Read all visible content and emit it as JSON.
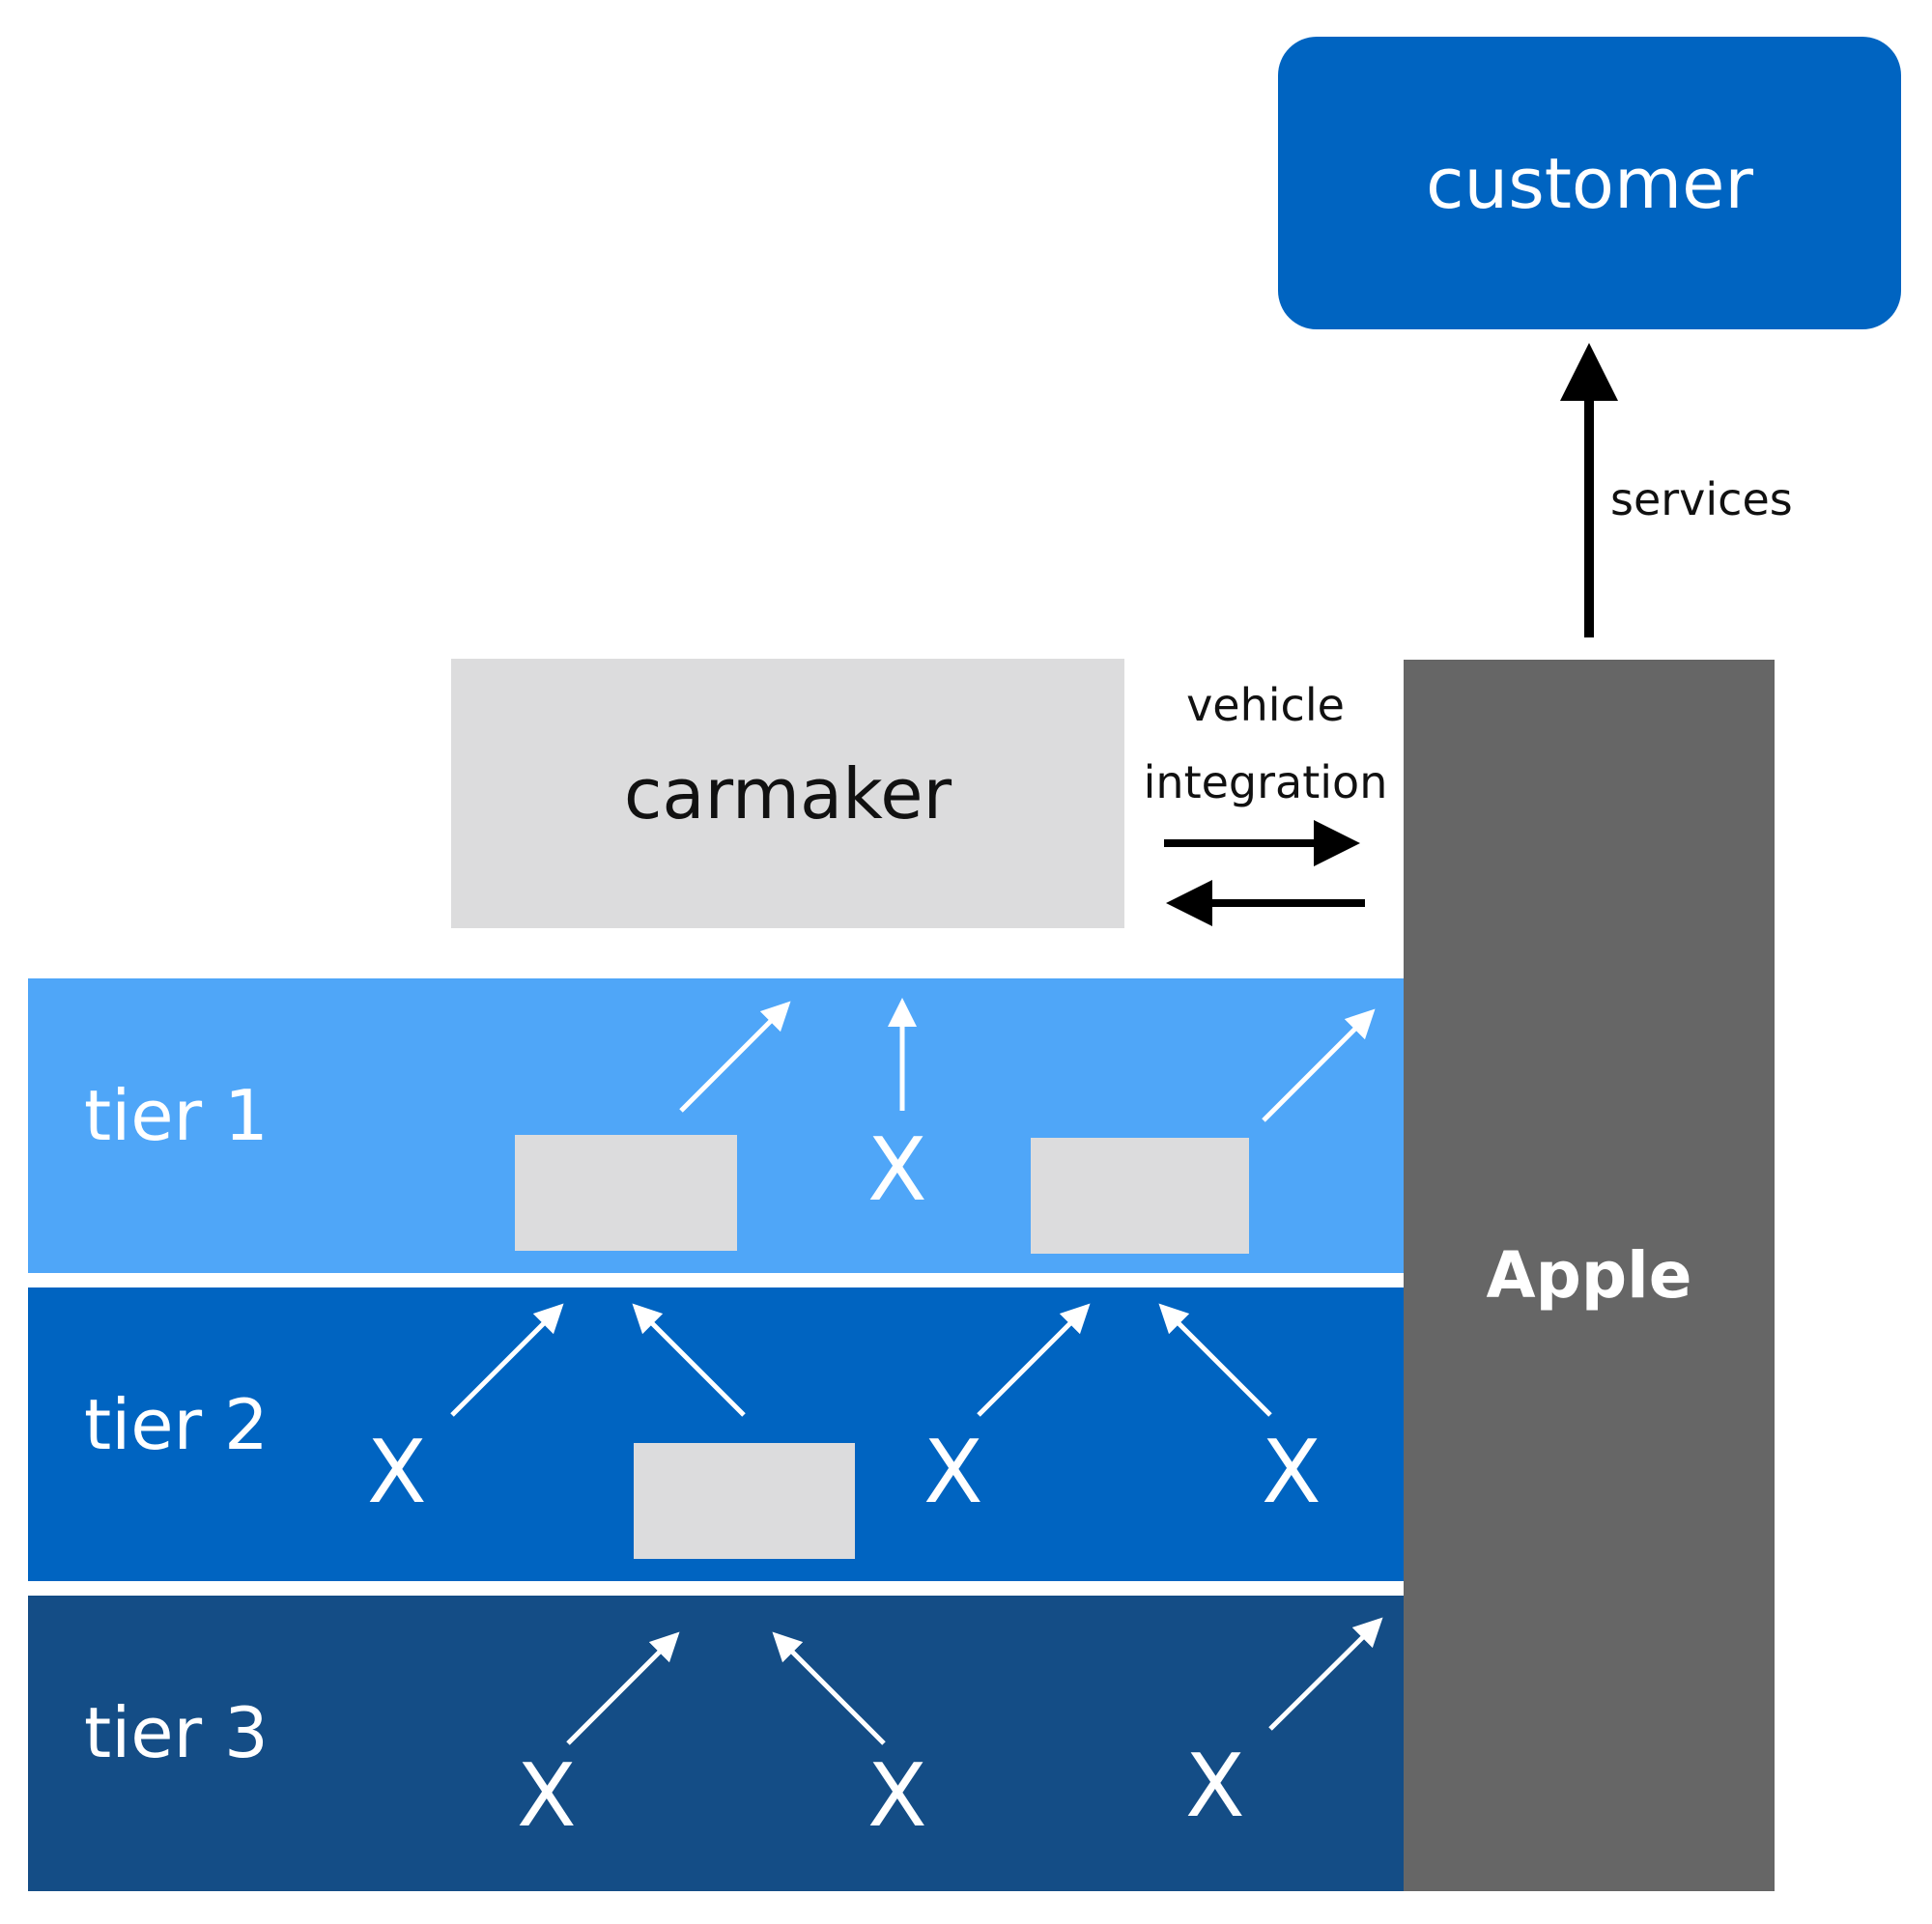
{
  "customer": {
    "label": "customer"
  },
  "carmaker": {
    "label": "carmaker"
  },
  "apple": {
    "label": "Apple"
  },
  "links": {
    "services": "services",
    "vehicle_integration_line1": "vehicle",
    "vehicle_integration_line2": "integration"
  },
  "tiers": [
    {
      "label": "tier 1",
      "color": "#4fa6f8"
    },
    {
      "label": "tier 2",
      "color": "#0064c1"
    },
    {
      "label": "tier 3",
      "color": "#144d86"
    }
  ],
  "marks": {
    "excluded": "X"
  },
  "colors": {
    "customer": "#0064c1",
    "carmaker": "#dcdcdd",
    "apple": "#666666",
    "arrow_dark": "#000000",
    "arrow_light": "#ffffff"
  }
}
